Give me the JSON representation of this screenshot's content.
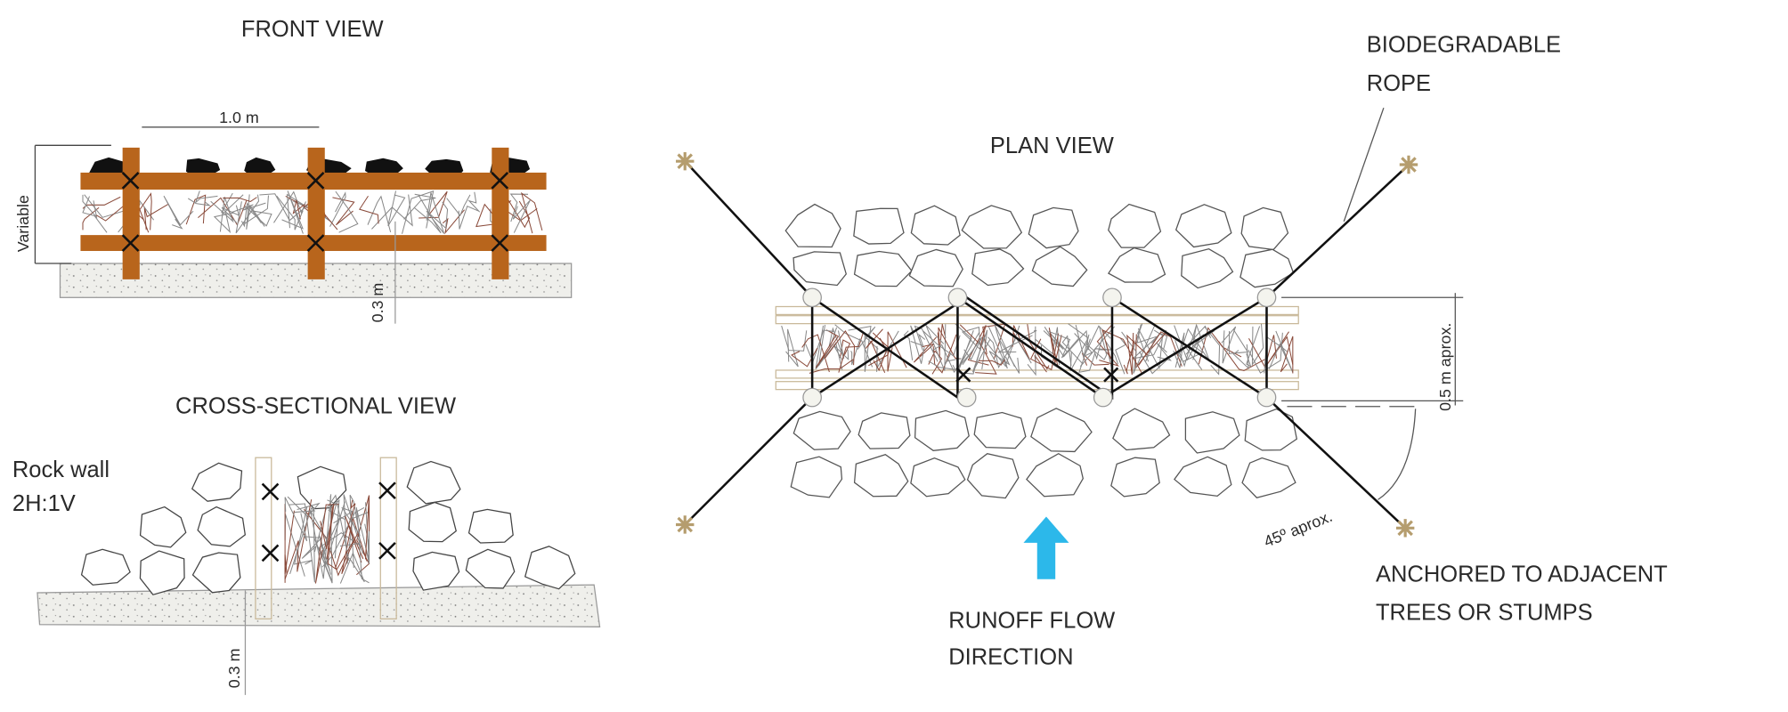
{
  "front_view": {
    "title": "FRONT VIEW",
    "dim_spacing": "1.0 m",
    "dim_height": "Variable",
    "dim_depth": "0.3 m"
  },
  "cross_section": {
    "title": "CROSS-SECTIONAL VIEW",
    "note_line1": "Rock wall",
    "note_line2": "2H:1V",
    "dim_depth": "0.3 m"
  },
  "plan_view": {
    "title": "PLAN VIEW",
    "rope_label_line1": "BIODEGRADABLE",
    "rope_label_line2": "ROPE",
    "dim_width": "0.5 m aprox.",
    "angle_label": "45º aprox.",
    "anchor_label_line1": "ANCHORED TO ADJACENT",
    "anchor_label_line2": "TREES OR STUMPS",
    "flow_label_line1": "RUNOFF FLOW",
    "flow_label_line2": "DIRECTION"
  },
  "colors": {
    "wood": "#b8651c",
    "flow_arrow": "#2cb8ea",
    "ground": "#eeeeea",
    "rock_stroke": "#555555"
  }
}
